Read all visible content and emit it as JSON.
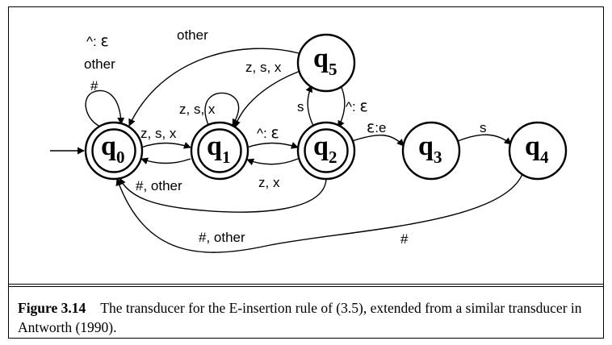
{
  "states": [
    {
      "id": "q0",
      "name": "q",
      "sub": "0",
      "accepting": true,
      "start": true
    },
    {
      "id": "q1",
      "name": "q",
      "sub": "1",
      "accepting": true,
      "start": false
    },
    {
      "id": "q2",
      "name": "q",
      "sub": "2",
      "accepting": true,
      "start": false
    },
    {
      "id": "q3",
      "name": "q",
      "sub": "3",
      "accepting": false,
      "start": false
    },
    {
      "id": "q4",
      "name": "q",
      "sub": "4",
      "accepting": false,
      "start": false
    },
    {
      "id": "q5",
      "name": "q",
      "sub": "5",
      "accepting": false,
      "start": false
    }
  ],
  "edges": [
    {
      "id": "q0-q0",
      "from": "q0",
      "to": "q0",
      "labels": [
        "^: ε",
        "other",
        "#"
      ]
    },
    {
      "id": "q0-q1",
      "from": "q0",
      "to": "q1",
      "labels": [
        "z, s, x"
      ]
    },
    {
      "id": "q1-q0",
      "from": "q1",
      "to": "q0",
      "labels": [
        "#, other"
      ]
    },
    {
      "id": "q1-q1",
      "from": "q1",
      "to": "q1",
      "labels": [
        "z, s, x"
      ]
    },
    {
      "id": "q1-q2",
      "from": "q1",
      "to": "q2",
      "labels": [
        "^: ε"
      ]
    },
    {
      "id": "q2-q1",
      "from": "q2",
      "to": "q1",
      "labels": [
        "z, x"
      ]
    },
    {
      "id": "q2-q0",
      "from": "q2",
      "to": "q0",
      "labels": [
        "#, other"
      ]
    },
    {
      "id": "q2-q5",
      "from": "q2",
      "to": "q5",
      "labels": [
        "s"
      ]
    },
    {
      "id": "q5-q2",
      "from": "q5",
      "to": "q2",
      "labels": [
        "^: ε"
      ]
    },
    {
      "id": "q5-q1",
      "from": "q5",
      "to": "q1",
      "labels": [
        "z, s, x"
      ]
    },
    {
      "id": "q5-q0",
      "from": "q5",
      "to": "q0",
      "labels": [
        "other"
      ]
    },
    {
      "id": "q2-q3",
      "from": "q2",
      "to": "q3",
      "labels": [
        "ε:e"
      ]
    },
    {
      "id": "q3-q4",
      "from": "q3",
      "to": "q4",
      "labels": [
        "s"
      ]
    },
    {
      "id": "q4-q0",
      "from": "q4",
      "to": "q0",
      "labels": [
        "#"
      ]
    }
  ],
  "caption": {
    "figure_number": "Figure 3.14",
    "text": "The transducer for the E-insertion rule of (3.5), extended from a similar transducer in Antworth (1990)."
  }
}
